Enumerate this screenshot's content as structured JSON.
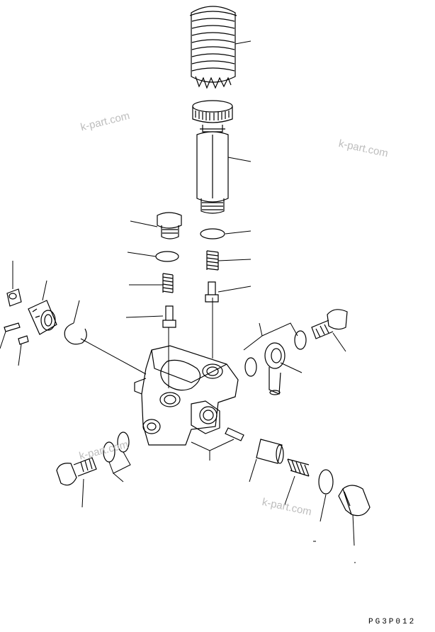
{
  "watermarks": [
    "k-part.com",
    "k-part.com",
    "k-part.com",
    "k-part.com"
  ],
  "drawing_code": "PG3P012",
  "colors": {
    "line": "#000000",
    "background": "#ffffff",
    "watermark": "#bdbdbd"
  }
}
